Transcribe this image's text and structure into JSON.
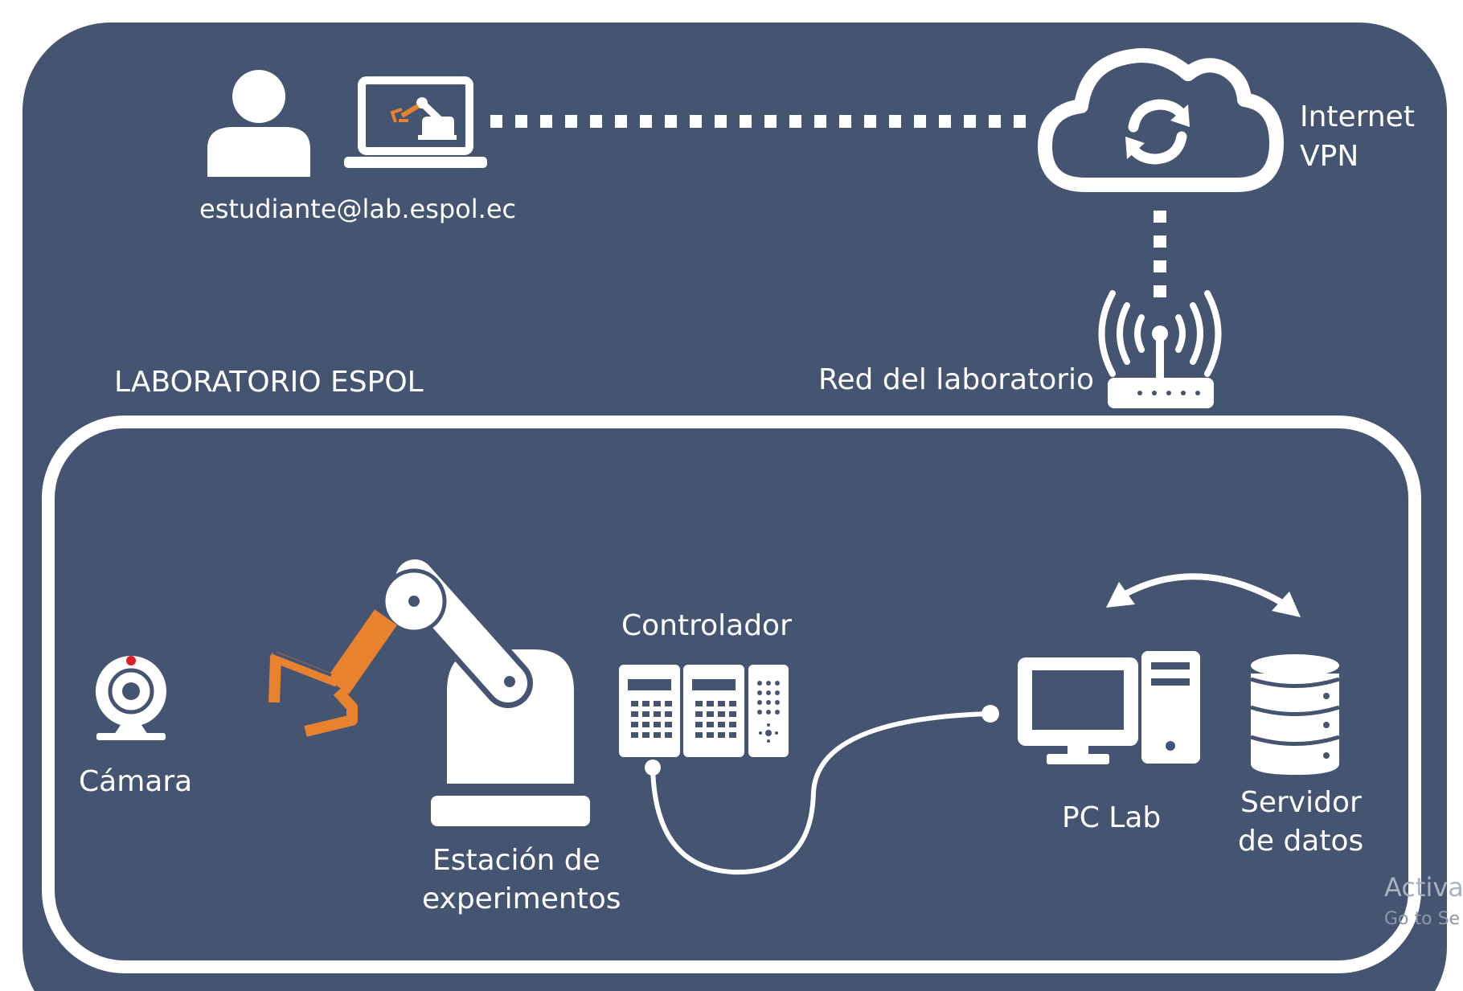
{
  "user": {
    "email": "estudiante@lab.espol.ec"
  },
  "cloud": {
    "line1": "Internet",
    "line2": "VPN"
  },
  "network": {
    "label": "Red del laboratorio"
  },
  "lab": {
    "title": "LABORATORIO ESPOL"
  },
  "devices": {
    "camera": "Cámara",
    "station_line1": "Estación de",
    "station_line2": "experimentos",
    "controller": "Controlador",
    "pc": "PC Lab",
    "server_line1": "Servidor",
    "server_line2": "de datos"
  },
  "watermark": {
    "line1": "Activa",
    "line2": "Go to Se"
  },
  "colors": {
    "background": "#455470",
    "foreground": "#ffffff",
    "accent": "#e8822e",
    "camera_led": "#e02020"
  }
}
